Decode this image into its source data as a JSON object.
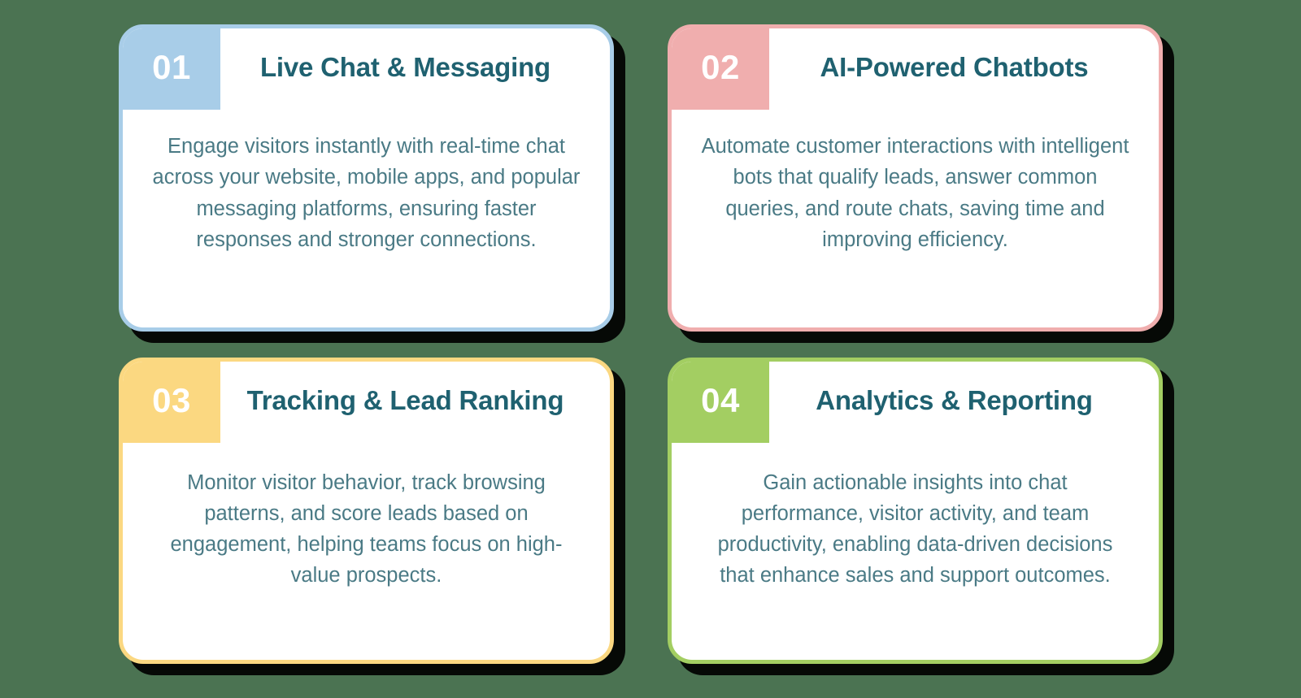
{
  "theme": {
    "background_color": "#4b7352",
    "card_background": "#ffffff",
    "title_color": "#1f6170",
    "body_color": "#4a7a85",
    "badge_number_color": "#ffffff",
    "shadow_color": "#000000"
  },
  "cards": [
    {
      "number": "01",
      "title": "Live Chat & Messaging",
      "body": "Engage visitors instantly with real-time chat across your website, mobile apps, and popular messaging platforms, ensuring faster responses and stronger connections.",
      "accent_color": "#a8cde8",
      "accent_name": "blue"
    },
    {
      "number": "02",
      "title": "AI-Powered Chatbots",
      "body": "Automate customer interactions with intelligent bots that qualify leads, answer common queries, and route chats, saving time and improving efficiency.",
      "accent_color": "#f0aeae",
      "accent_name": "pink"
    },
    {
      "number": "03",
      "title": "Tracking & Lead Ranking",
      "body": "Monitor visitor behavior, track browsing patterns, and score leads based on engagement, helping teams focus on high-value prospects.",
      "accent_color": "#fbd881",
      "accent_name": "yellow"
    },
    {
      "number": "04",
      "title": "Analytics & Reporting",
      "body": "Gain actionable insights into chat performance, visitor activity, and team productivity, enabling data-driven decisions that enhance sales and support outcomes.",
      "accent_color": "#a3ce62",
      "accent_name": "green"
    }
  ]
}
